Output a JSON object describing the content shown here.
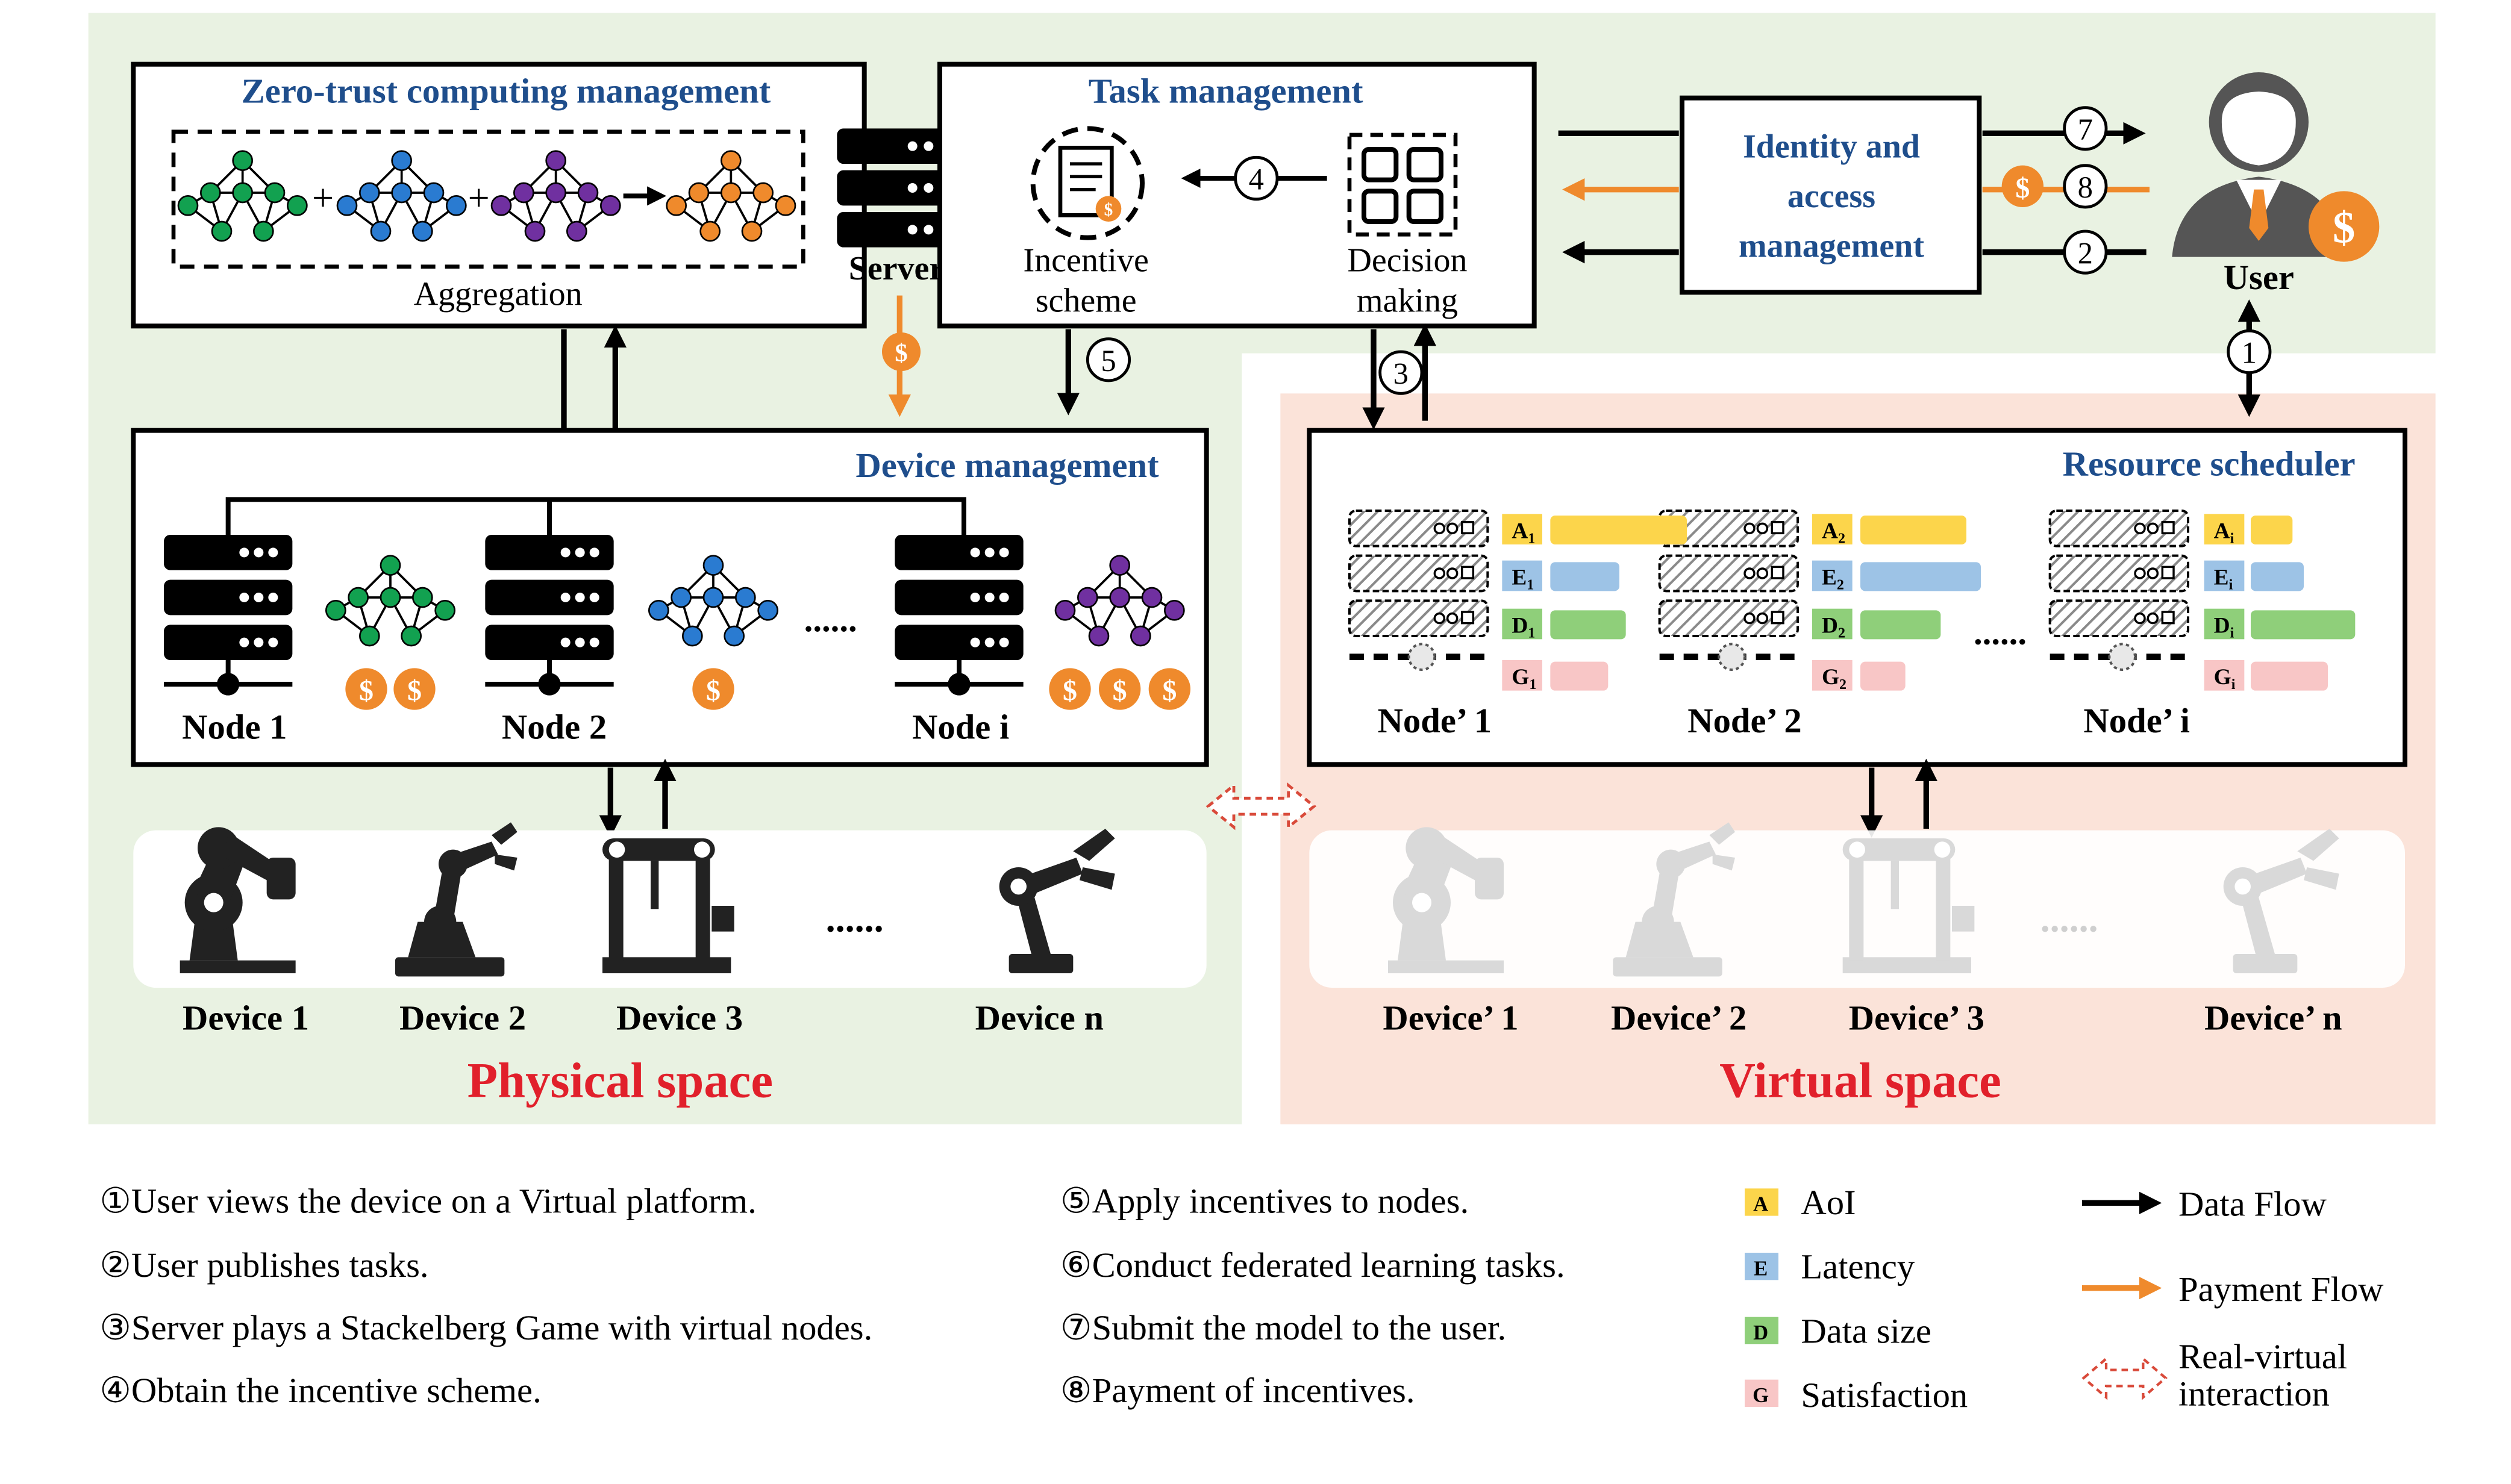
{
  "colors": {
    "physical_bg": "#e9f2e2",
    "virtual_bg": "#fbe3d9",
    "title_blue": "#1f4e8c",
    "space_red": "#e1202b",
    "payment_orange": "#ef8a2c",
    "aoi": "#fcd54b",
    "latency": "#9dc3e6",
    "data_size": "#8fcf7a",
    "satisfaction": "#f8c6c6",
    "nn_green": "#12a150",
    "nn_blue": "#2a7bd1",
    "nn_purple": "#7030a0",
    "nn_orange": "#ef8a2c"
  },
  "zero_trust": {
    "title": "Zero-trust computing management",
    "aggregation_label": "Aggregation"
  },
  "server": {
    "label": "Server"
  },
  "task_mgmt": {
    "title": "Task management",
    "incentive_l1": "Incentive",
    "incentive_l2": "scheme",
    "decision_l1": "Decision",
    "decision_l2": "making"
  },
  "identity": {
    "l1": "Identity and",
    "l2": "access",
    "l3": "management"
  },
  "user": {
    "label": "User"
  },
  "steps": {
    "s1": "1",
    "s2": "2",
    "s3": "3",
    "s4": "4",
    "s5": "5",
    "s6": "6",
    "s7": "7",
    "s8": "8"
  },
  "currency": "$",
  "device_mgmt": {
    "title": "Device management",
    "node1": "Node 1",
    "node2": "Node 2",
    "nodei": "Node i"
  },
  "resource": {
    "title": "Resource scheduler",
    "node1": "Node’ 1",
    "node2": "Node’ 2",
    "nodei": "Node’ i",
    "tags": {
      "n1": [
        "A1",
        "E1",
        "D1",
        "G1"
      ],
      "n2": [
        "A2",
        "E2",
        "D2",
        "G2"
      ],
      "ni": [
        "Ai",
        "Ei",
        "Di",
        "Gi"
      ]
    }
  },
  "ellipsis": "......",
  "physical_devices": [
    "Device 1",
    "Device 2",
    "Device 3",
    "Device n"
  ],
  "virtual_devices": [
    "Device’ 1",
    "Device’ 2",
    "Device’ 3",
    "Device’ n"
  ],
  "physical_space": "Physical space",
  "virtual_space": "Virtual space",
  "legend_steps": [
    "①User views the device on a Virtual platform.",
    "②User publishes tasks.",
    "③Server plays a Stackelberg Game with virtual nodes.",
    "④Obtain the incentive scheme.",
    "⑤Apply incentives to nodes.",
    "⑥Conduct federated learning tasks.",
    "⑦Submit the model to the user.",
    "⑧Payment of incentives."
  ],
  "legend_metrics": [
    {
      "letter": "A",
      "label": "AoI"
    },
    {
      "letter": "E",
      "label": "Latency"
    },
    {
      "letter": "D",
      "label": "Data size"
    },
    {
      "letter": "G",
      "label": "Satisfaction"
    }
  ],
  "legend_flows": {
    "data": "Data Flow",
    "payment": "Payment Flow",
    "rv_l1": "Real-virtual",
    "rv_l2": "interaction"
  }
}
